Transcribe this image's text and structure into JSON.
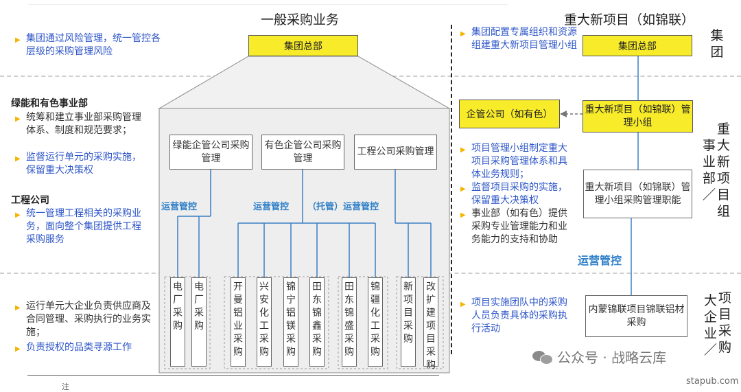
{
  "titles": {
    "general": "一般采购业务",
    "major": "重大新项目（如锦联）"
  },
  "side_labels": {
    "group": "集\n团",
    "division": "重\n事大\n业新\n部项\n／目\n组",
    "unit": "大项\n企目\n业采\n／购"
  },
  "left_notes": {
    "group_note": "集团通过风险管理，统一管控各层级的采购管理风险",
    "division_head": "绿能和有色事业部",
    "division_note1": "统筹和建立事业部采购管理体系、制度和规范要求；",
    "division_note2": "监督运行单元的采购实施，保留重大决策权",
    "engineering_head": "工程公司",
    "engineering_note": "统一管理工程相关的采购业务，面向整个集团提供工程采购服务",
    "unit_note1": "运行单元大企业负责供应商及合同管理、采购执行的业务实施；",
    "unit_note2": "负责授权的品类寻源工作"
  },
  "general_chart": {
    "hq": "集团总部",
    "level2": [
      "绿能企管公司采购管理",
      "有色企管公司采购管理",
      "工程公司采购管理"
    ],
    "labels": {
      "a": "运营管控",
      "b": "运营管控",
      "c": "（托管）运营管控"
    },
    "units": [
      "电厂采购",
      "电厂采购",
      "开曼铝业采购",
      "兴安化工采购",
      "锦宁铝镁采购",
      "田东锦鑫采购",
      "田东锦盛采购",
      "锦疆化工采购",
      "新项目采购",
      "改扩建项目采购"
    ]
  },
  "major_chart": {
    "hq": "集团总部",
    "enterprise": "企管公司（如有色）",
    "group_team": "重大新项目（如锦联）管理小组",
    "function": "重大新项目（如锦联）管理小组采购管理职能",
    "label": "运营管控",
    "unit": "内蒙锦联项目锦联铝材采购"
  },
  "right_notes": {
    "group_note": "集团配置专属组织和资源组建重大新项目管理小组",
    "div_note1": "项目管理小组制定重大项目采购管理体系和具体业务规则；",
    "div_note2": "监督项目采购的实施，保留重大决策权",
    "div_note3": "事业部（如有色）提供采购专业管理能力和业务能力的支持和协助",
    "unit_note": "项目实施团队中的采购人员负责具体的采购执行活动"
  },
  "watermark": {
    "text": "公众号 · 战略云库",
    "site": "stapub.com"
  },
  "footer": {
    "note": "注"
  }
}
